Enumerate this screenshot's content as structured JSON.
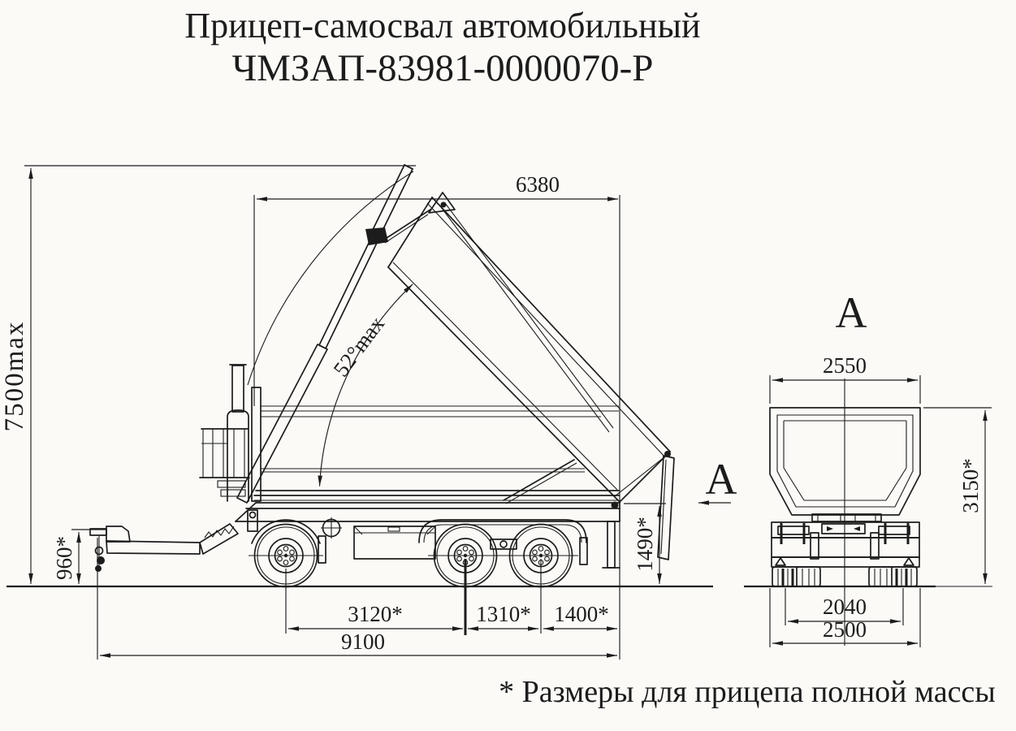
{
  "page": {
    "background": "#fbfaf7",
    "ink": "#1c1c1c"
  },
  "title": {
    "line1": "Прицеп-самосвал автомобильный",
    "line2": "ЧМЗАП-83981-0000070-Р"
  },
  "side_view": {
    "dims": {
      "overall_height_tipped": "7500max",
      "body_length": "6380",
      "tipping_angle": "52°max",
      "coupling_height": "960*",
      "platform_height": "1490*",
      "drawbar_to_front_axle": "3120*",
      "middle_axle_spacing": "1310*",
      "rear_axle_spacing": "1400*",
      "overall_length": "9100"
    }
  },
  "rear_view": {
    "view_label": "А",
    "dims": {
      "body_width": "2550",
      "overall_height": "3150*",
      "track_width": "2040",
      "overall_width": "2500"
    }
  },
  "view_direction": {
    "label": "А"
  },
  "footnote": "* Размеры для прицепа полной массы"
}
